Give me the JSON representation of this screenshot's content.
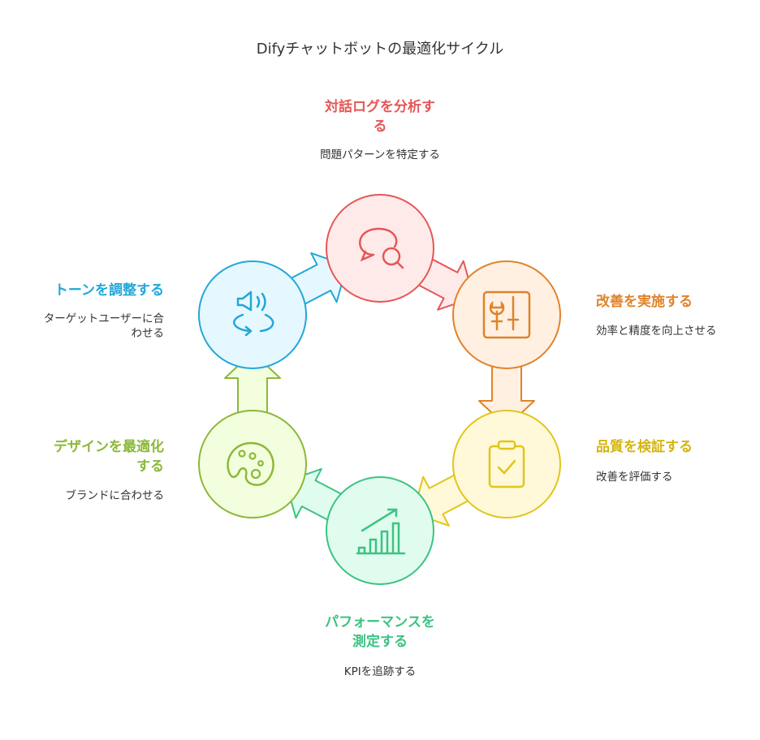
{
  "title": "Difyチャットボットの最適化サイクル",
  "steps": [
    {
      "label1": "対話ログを分析す",
      "label2": "る",
      "desc1": "問題パターンを特定する",
      "color": "#e55757",
      "fill": "#ffeaea",
      "icon": "chat-search-icon"
    },
    {
      "label1": "改善を実施する",
      "desc1": "効率と精度を向上させる",
      "color": "#e0832b",
      "fill": "#fff0e2",
      "icon": "tools-panel-icon"
    },
    {
      "label1": "品質を検証する",
      "desc1": "改善を評価する",
      "color": "#e2c51a",
      "fill": "#fff9da",
      "icon": "clipboard-check-icon"
    },
    {
      "label1": "パフォーマンスを",
      "label2": "測定する",
      "desc1": "KPIを追跡する",
      "color": "#3cc383",
      "fill": "#e0fcee",
      "icon": "bar-chart-growth-icon"
    },
    {
      "label1": "デザインを最適化",
      "label2": "する",
      "desc1": "ブランドに合わせる",
      "color": "#8cb83a",
      "fill": "#f2fedd",
      "icon": "palette-icon"
    },
    {
      "label1": "トーンを調整する",
      "desc1": "ターゲットユーザーに合",
      "desc2": "わせる",
      "color": "#22a7d9",
      "fill": "#e6f8ff",
      "icon": "speaker-rotate-icon"
    }
  ]
}
